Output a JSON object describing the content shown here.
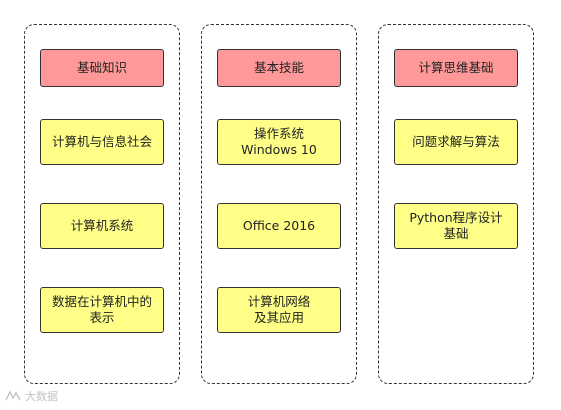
{
  "columns": [
    {
      "header": "基础知识",
      "items": [
        "计算机与信息社会",
        "计算机系统",
        "数据在计算机中的\n表示"
      ]
    },
    {
      "header": "基本技能",
      "items": [
        "操作系统\nWindows 10",
        "Office 2016",
        "计算机网络\n及其应用"
      ]
    },
    {
      "header": "计算思维基础",
      "items": [
        "问题求解与算法",
        "Python程序设计\n基础"
      ]
    }
  ],
  "colors": {
    "header_fill": "#ff9999",
    "item_fill": "#ffff88",
    "border": "#333333"
  },
  "watermark": {
    "text": "大数据",
    "icon": "watermark-logo-icon"
  }
}
